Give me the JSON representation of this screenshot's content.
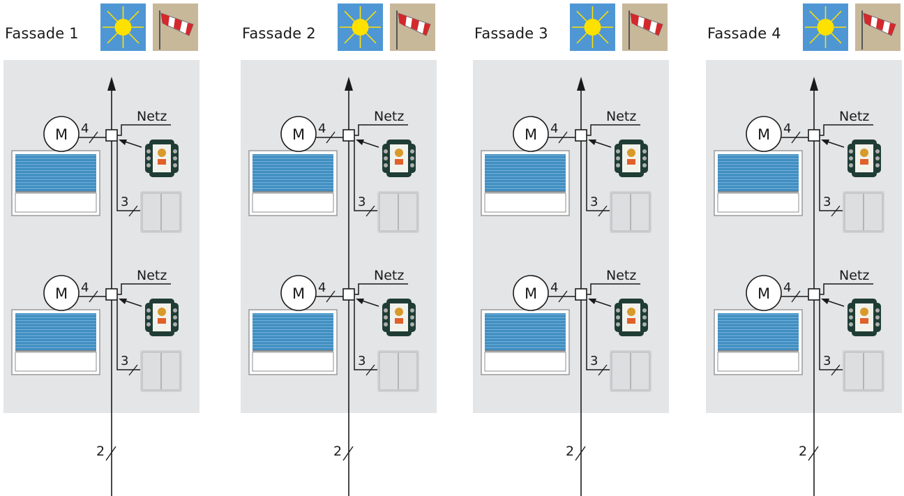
{
  "facades": [
    {
      "title": "Fassade 1"
    },
    {
      "title": "Fassade 2"
    },
    {
      "title": "Fassade 3"
    },
    {
      "title": "Fassade 4"
    }
  ],
  "labels": {
    "motor": "M",
    "mains": "Netz",
    "motor_wires": "4",
    "switch_wires": "3",
    "bus_wires": "2"
  },
  "icons": {
    "sun": "sun-sensor-icon",
    "wind": "wind-sensor-icon",
    "actuator": "actuator-module-icon",
    "switch": "double-rocker-switch-icon"
  },
  "colors": {
    "panel": "#e4e5e6",
    "sky": "#4f97d4",
    "sun": "#ffe100",
    "sand": "#c8b89a",
    "shutter": "#3f8dc0",
    "windsock_red": "#d3282c"
  }
}
